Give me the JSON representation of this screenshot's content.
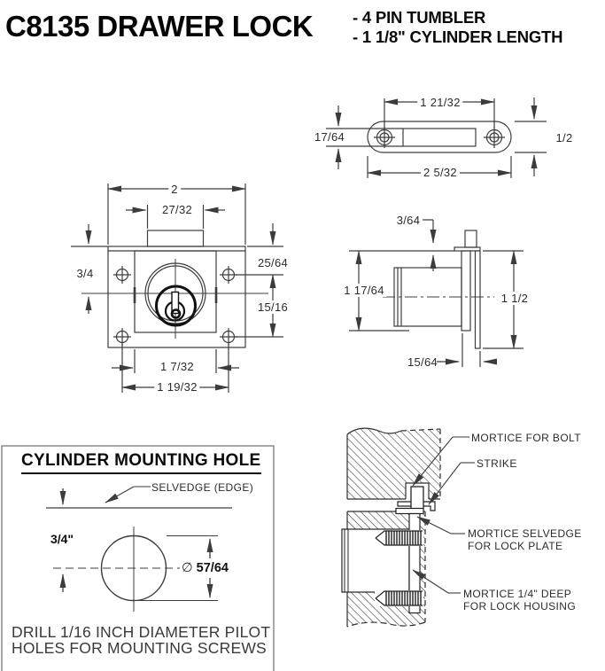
{
  "header": {
    "title": "C8135 DRAWER LOCK",
    "features": [
      "- 4 PIN TUMBLER",
      "- 1 1/8\" CYLINDER LENGTH"
    ]
  },
  "strike_plate_view": {
    "dim_top": "1 21/32",
    "dim_left": "17/64",
    "dim_right": "1/2",
    "dim_bottom": "2 5/32"
  },
  "front_view": {
    "dim_width": "2",
    "dim_bolt": "27/32",
    "dim_left": "3/4",
    "dim_right_upper": "25/64",
    "dim_right_lower": "15/16",
    "dim_bottom_inner": "1 7/32",
    "dim_bottom_outer": "1 19/32"
  },
  "side_view": {
    "dim_top": "3/64",
    "dim_left": "1 17/64",
    "dim_right": "1 1/2",
    "dim_bottom": "15/64"
  },
  "cylinder_hole_panel": {
    "heading": "CYLINDER MOUNTING HOLE",
    "selvedge_label": "SELVEDGE (EDGE)",
    "offset_dim": "3/4\"",
    "diameter_symbol": "∅",
    "diameter_value": "57/64",
    "note_line1": "DRILL 1/16 INCH DIAMETER PILOT",
    "note_line2": "HOLES FOR MOUNTING SCREWS"
  },
  "installation_view": {
    "label_bolt": "MORTICE FOR BOLT",
    "label_strike": "STRIKE",
    "label_selvedge_1": "MORTICE SELVEDGE",
    "label_selvedge_2": "FOR LOCK PLATE",
    "label_housing_1": "MORTICE 1/4\" DEEP",
    "label_housing_2": "FOR LOCK HOUSING"
  },
  "colors": {
    "line": "#3c3c3c",
    "text": "#2b2b2b",
    "title": "#050505"
  }
}
